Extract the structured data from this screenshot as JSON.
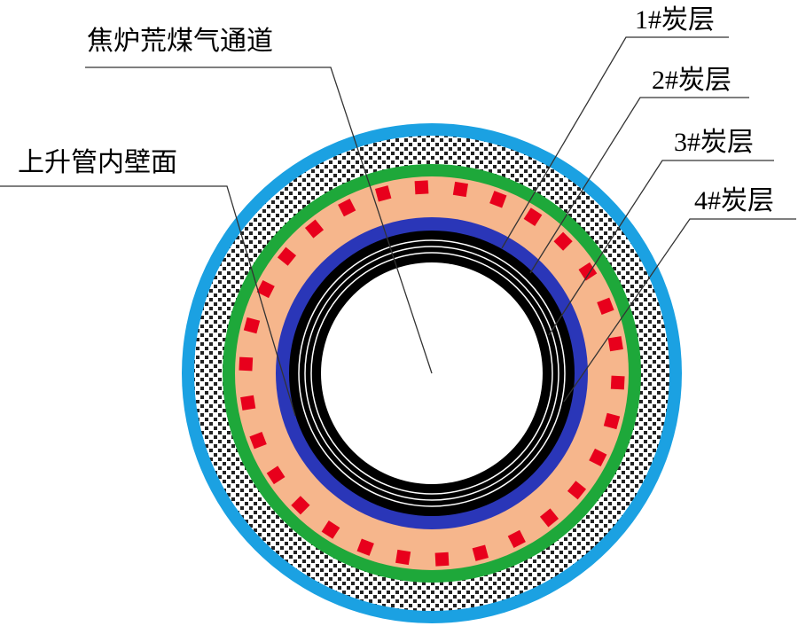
{
  "labels": {
    "channel": "焦炉荒煤气通道",
    "inner_wall": "上升管内壁面",
    "layer1": "1#炭层",
    "layer2": "2#炭层",
    "layer3": "3#炭层",
    "layer4": "4#炭层"
  },
  "colors": {
    "outer_shell": "#1ba1e2",
    "insulation_pattern": "#222222",
    "green_band": "#1ea83a",
    "tan_band": "#f6b68c",
    "red_squares": "#e8001c",
    "blue_band": "#2a36b8",
    "carbon_black": "#000000",
    "carbon_gap": "#ffffff"
  },
  "icons": {
    "outer": "outer-shell-ring",
    "insulation": "crosshatch-insulation-ring",
    "heater": "red-square-marker"
  }
}
